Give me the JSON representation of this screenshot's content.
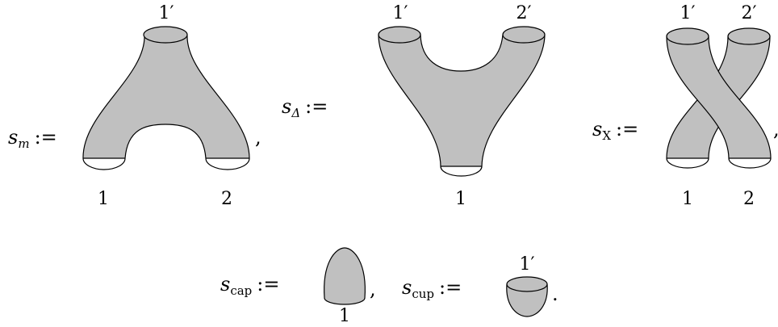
{
  "definitions": {
    "multiplication": {
      "symbol": "s",
      "subscript": "m",
      "assign": ":=",
      "trailing": ",",
      "input_labels": [
        "1",
        "2"
      ],
      "output_labels": [
        "1′"
      ]
    },
    "comultiplication": {
      "symbol": "s",
      "subscript": "Δ",
      "assign": ":=",
      "input_labels": [
        "1"
      ],
      "output_labels": [
        "1′",
        "2′"
      ]
    },
    "crossing": {
      "symbol": "s",
      "subscript": "X",
      "assign": ":=",
      "trailing": ",",
      "input_labels": [
        "1",
        "2"
      ],
      "output_labels": [
        "1′",
        "2′"
      ]
    },
    "cap": {
      "symbol": "s",
      "subscript": "cap",
      "assign": ":=",
      "trailing": ",",
      "input_labels": [
        "1"
      ]
    },
    "cup": {
      "symbol": "s",
      "subscript": "cup",
      "assign": ":=",
      "trailing": ".",
      "output_labels": [
        "1′"
      ]
    }
  },
  "colors": {
    "surface_fill": "#c0c0c0",
    "stroke": "#000000",
    "background": "#ffffff"
  }
}
